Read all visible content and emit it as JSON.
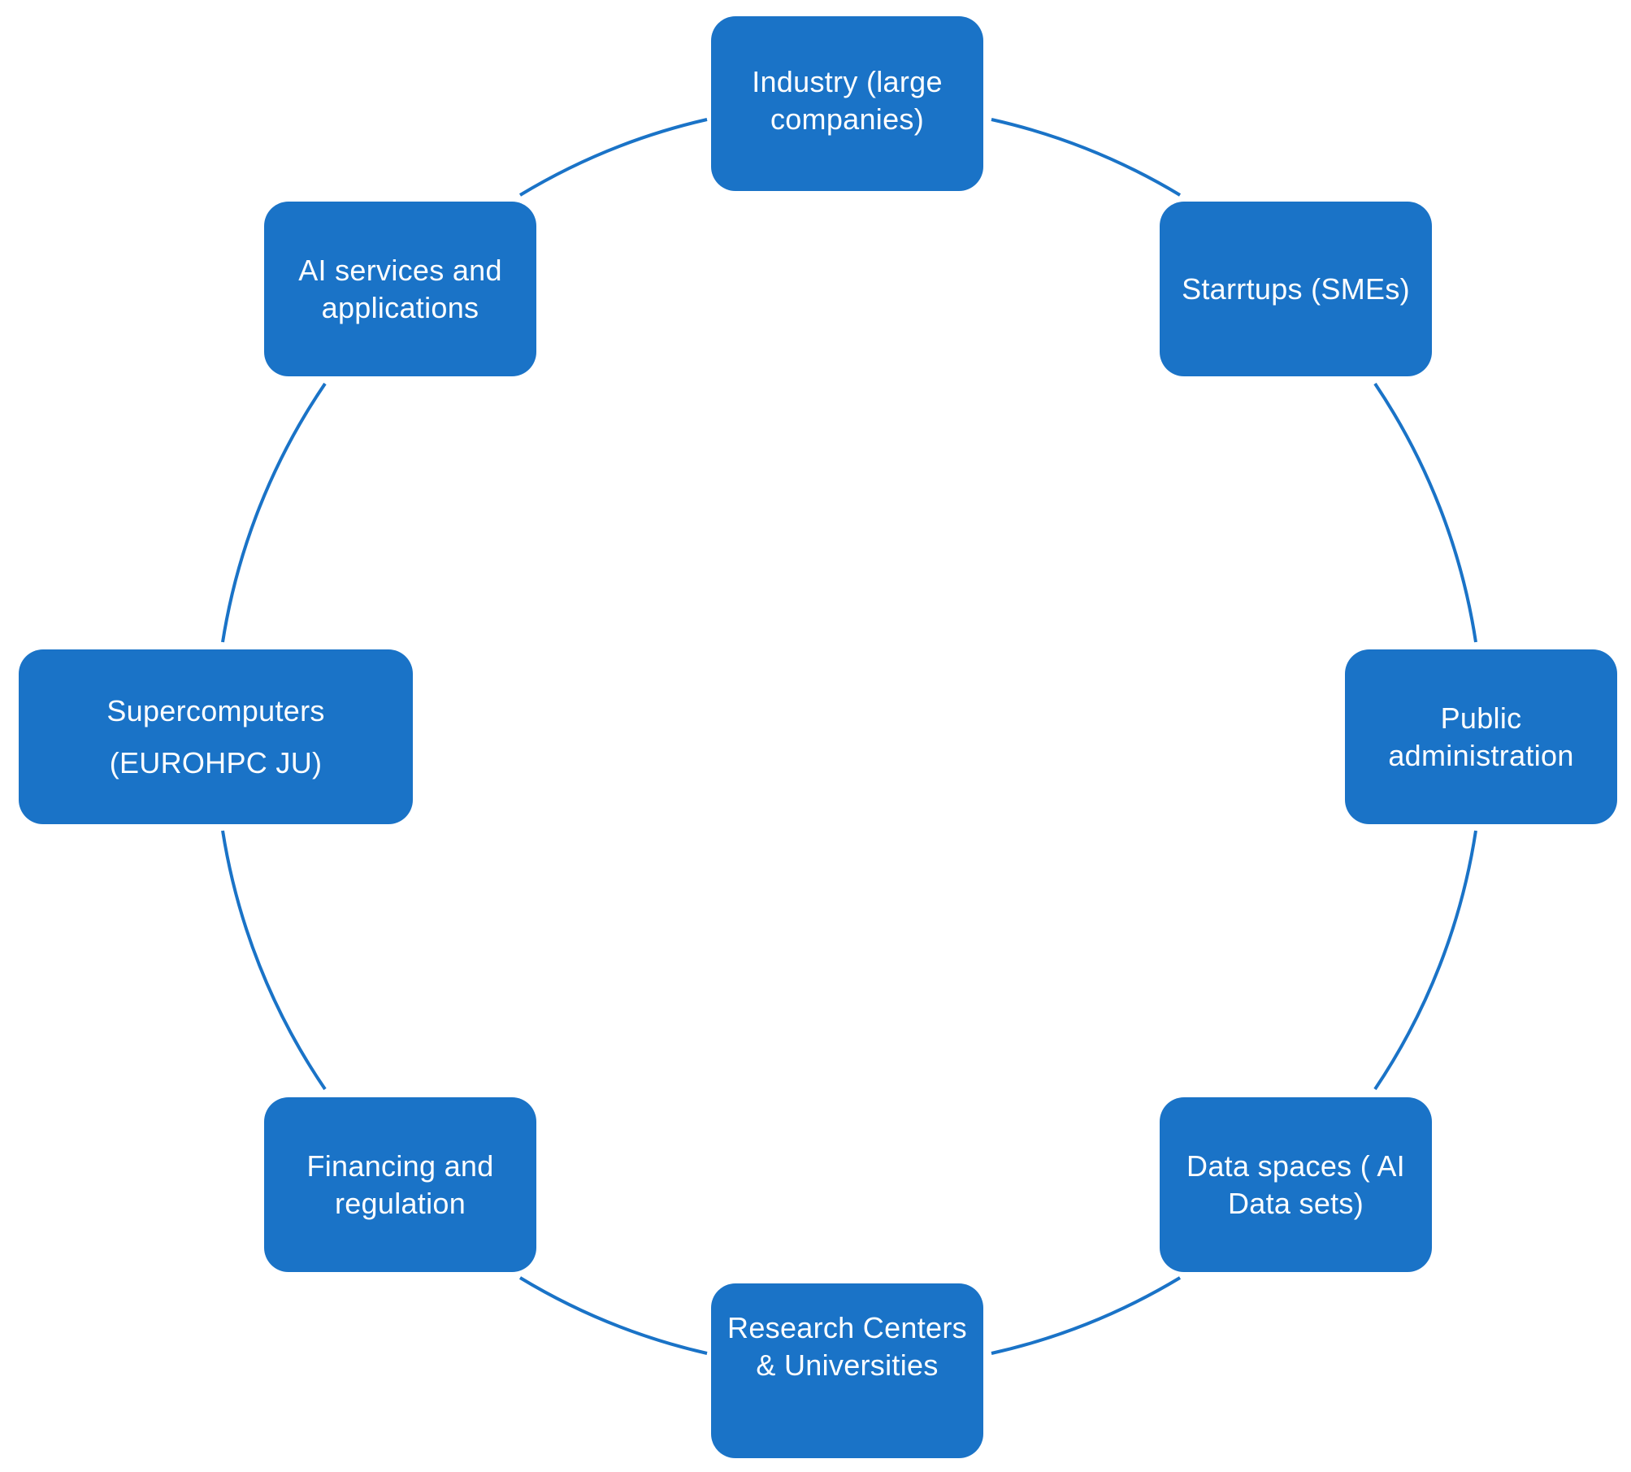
{
  "diagram": {
    "colors": {
      "node_fill": "#1a73c7",
      "node_text": "#ffffff",
      "connector": "#1a73c7",
      "background": "#ffffff"
    },
    "nodes": [
      {
        "id": "industry",
        "label": "Industry (large\ncompanies)"
      },
      {
        "id": "startups",
        "label": "Starrtups (SMEs)"
      },
      {
        "id": "public-administration",
        "label": "Public\nadministration"
      },
      {
        "id": "data-spaces",
        "label": "Data spaces ( AI\nData sets)"
      },
      {
        "id": "research-centers",
        "label": "Research Centers\n& Universities"
      },
      {
        "id": "financing",
        "label": "Financing and\nregulation"
      },
      {
        "id": "supercomputers",
        "label": "Supercomputers\n(EUROHPC  JU)"
      },
      {
        "id": "ai-services",
        "label": "AI services and\napplications"
      }
    ],
    "connections": "ring"
  }
}
